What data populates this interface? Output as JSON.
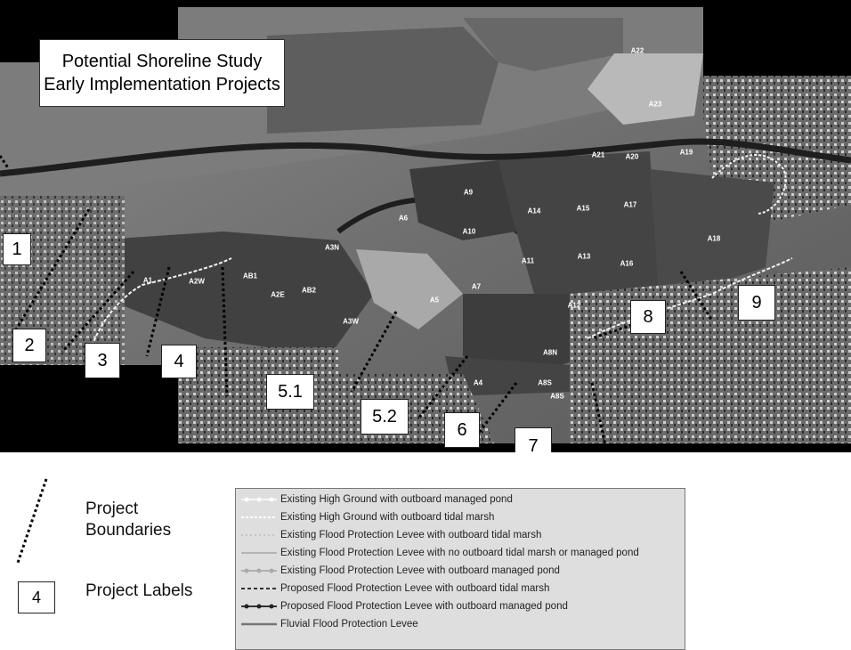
{
  "title": {
    "line1": "Potential Shoreline Study",
    "line2": "Early Implementation Projects"
  },
  "project_labels": [
    "1",
    "2",
    "3",
    "4",
    "5.1",
    "5.2",
    "6",
    "7",
    "8",
    "9"
  ],
  "pond_labels": [
    "A22",
    "A23",
    "A21",
    "A20",
    "A19",
    "A9",
    "A6",
    "A14",
    "A15",
    "A17",
    "A18",
    "A10",
    "A11",
    "A13",
    "A16",
    "A3N",
    "A1",
    "A2W",
    "AB1",
    "A2E",
    "AB2",
    "A3W",
    "A5",
    "A7",
    "A12",
    "A8N",
    "A4",
    "A8S",
    "A8S"
  ],
  "legend": {
    "project_boundaries_line1": "Project",
    "project_boundaries_line2": "Boundaries",
    "project_labels": "Project Labels",
    "sample_label": "4",
    "items": [
      "Existing High Ground with outboard managed pond",
      "Existing High Ground with outboard tidal marsh",
      "Existing Flood Protection Levee with outboard tidal marsh",
      "Existing Flood Protection Levee with no outboard tidal marsh or managed pond",
      "Existing Flood Protection Levee with outboard managed pond",
      "Proposed Flood Protection Levee with outboard tidal marsh",
      "Proposed Flood Protection Levee with outboard managed pond",
      "Fluvial Flood Protection Levee"
    ]
  }
}
